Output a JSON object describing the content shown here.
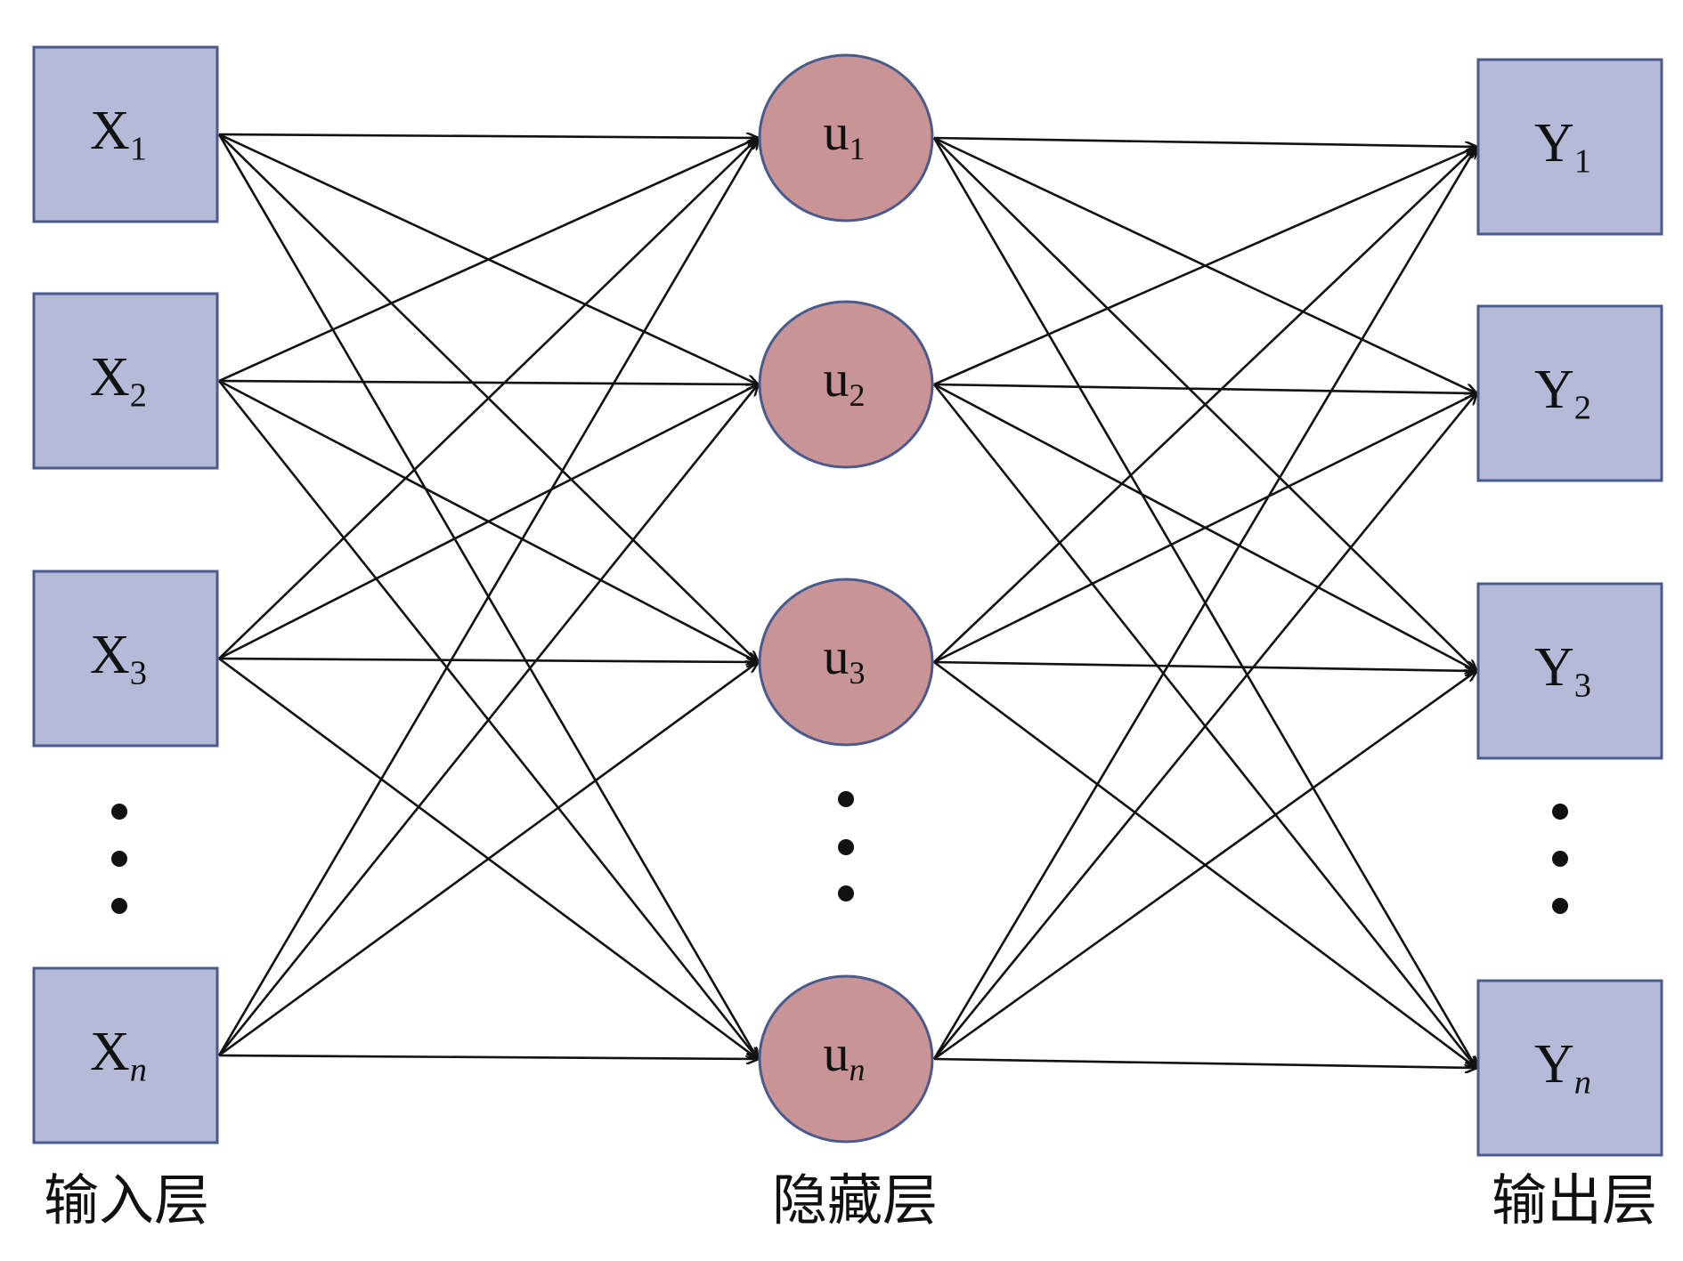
{
  "colors": {
    "input_fill": "#B4BAD8",
    "input_stroke": "#4A5A8C",
    "hidden_fill": "#C89496",
    "hidden_stroke": "#4A5A8C",
    "output_fill": "#B4BAD8",
    "output_stroke": "#4A5A8C",
    "edge": "#111111",
    "dots": "#111111"
  },
  "layers": {
    "input": {
      "label": "输入层",
      "nodes": [
        {
          "base": "X",
          "sub": "1",
          "sub_italic": false
        },
        {
          "base": "X",
          "sub": "2",
          "sub_italic": false
        },
        {
          "base": "X",
          "sub": "3",
          "sub_italic": false
        },
        {
          "base": "X",
          "sub": "n",
          "sub_italic": true
        }
      ]
    },
    "hidden": {
      "label": "隐藏层",
      "nodes": [
        {
          "base": "u",
          "sub": "1",
          "sub_italic": false
        },
        {
          "base": "u",
          "sub": "2",
          "sub_italic": false
        },
        {
          "base": "u",
          "sub": "3",
          "sub_italic": false
        },
        {
          "base": "u",
          "sub": "n",
          "sub_italic": true
        }
      ]
    },
    "output": {
      "label": "输出层",
      "nodes": [
        {
          "base": "Y",
          "sub": "1",
          "sub_italic": false
        },
        {
          "base": "Y",
          "sub": "2",
          "sub_italic": false
        },
        {
          "base": "Y",
          "sub": "3",
          "sub_italic": false
        },
        {
          "base": "Y",
          "sub": "n",
          "sub_italic": true
        }
      ]
    }
  },
  "connections": "fully-connected"
}
